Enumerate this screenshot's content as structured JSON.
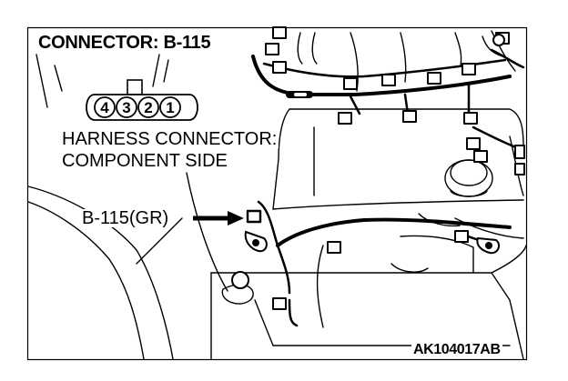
{
  "title": "CONNECTOR: B-115",
  "connector_face": {
    "pins": [
      "4",
      "3",
      "2",
      "1"
    ]
  },
  "view_label": {
    "line1": "HARNESS CONNECTOR:",
    "line2": "COMPONENT SIDE"
  },
  "callout": {
    "label": "B-115(GR)"
  },
  "figure_id": "AK104017AB",
  "colors": {
    "line": "#000000",
    "background": "#ffffff"
  }
}
